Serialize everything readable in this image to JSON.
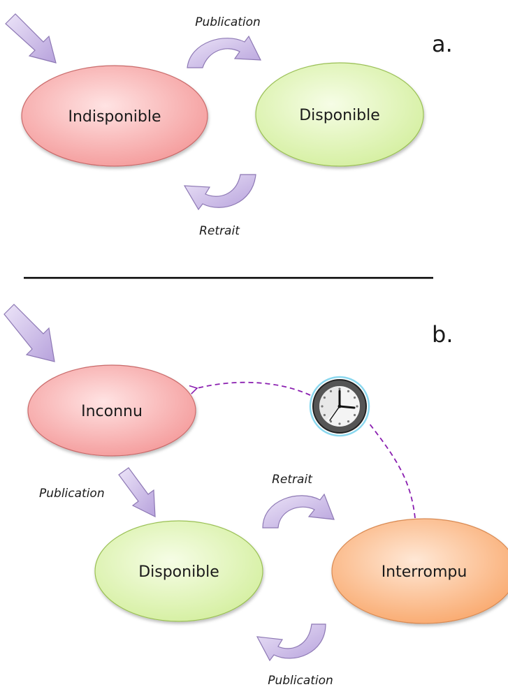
{
  "colors": {
    "arrow_fill": "#c8b6e6",
    "arrow_stroke": "#8d78b4",
    "red_state": "#f7a8a8",
    "green_state": "#dcf2b2",
    "orange_state": "#fbb47e",
    "timeout_line": "#8a1fb0",
    "divider": "#000000"
  },
  "panel_a": {
    "label": "a.",
    "states": {
      "unavailable": "Indisponible",
      "available": "Disponible"
    },
    "edges": {
      "publish": "Publication",
      "withdraw": "Retrait"
    }
  },
  "panel_b": {
    "label": "b.",
    "states": {
      "unknown": "Inconnu",
      "available": "Disponible",
      "interrupted": "Interrompu"
    },
    "edges": {
      "publish_initial": "Publication",
      "withdraw": "Retrait",
      "republish": "Publication"
    },
    "timeout_icon": "clock-icon"
  }
}
